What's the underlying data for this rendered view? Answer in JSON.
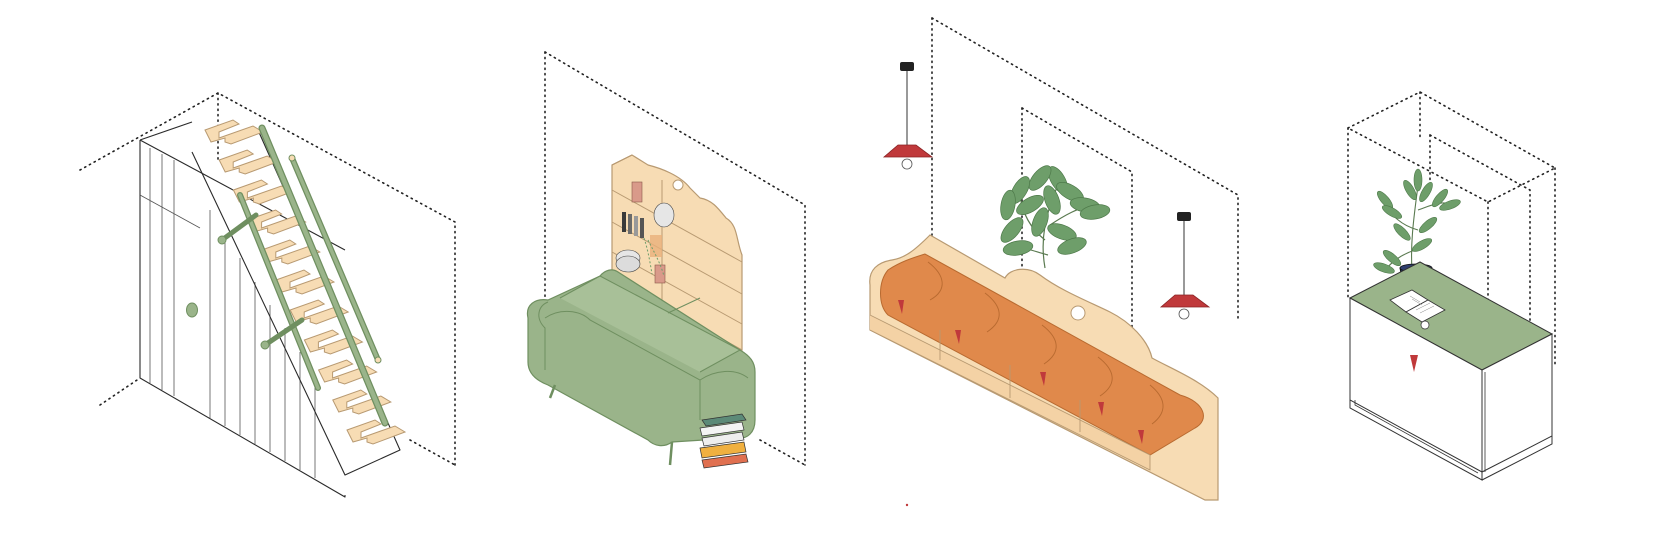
{
  "figure": {
    "panels": [
      {
        "id": "loft-ladder-stair"
      },
      {
        "id": "sofa-bookshelf"
      },
      {
        "id": "window-bench-pendants"
      },
      {
        "id": "cabinet-plant"
      }
    ],
    "palette": {
      "wood": "#f7dcb4",
      "wood_stroke": "#b89a72",
      "sage": "#9ab48a",
      "sage_dark": "#6f8f60",
      "orange": "#e0894b",
      "red": "#c0393b",
      "leaf": "#6e9e6a",
      "pot": "#1f2f5a",
      "line": "#2a2a2a"
    }
  }
}
